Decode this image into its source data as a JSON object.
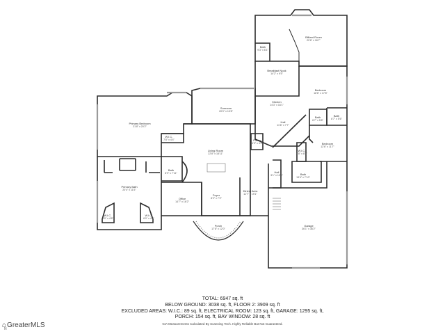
{
  "rooms": [
    {
      "id": "billiard",
      "name": "Billiard Room",
      "dim": "20'6\" x 16'7\""
    },
    {
      "id": "bath-upper",
      "name": "Bath",
      "dim": "9'3\" x 6'1\""
    },
    {
      "id": "breakfast",
      "name": "Breakfast Nook",
      "dim": "14'2\" x 9'5\""
    },
    {
      "id": "bedroom-2",
      "name": "Bedroom",
      "dim": "18'6\" x 17'8\""
    },
    {
      "id": "kitchen",
      "name": "Kitchen",
      "dim": "14'3\" x 16'1\""
    },
    {
      "id": "sunroom",
      "name": "Sunroom",
      "dim": "20'0\" x 13'8\""
    },
    {
      "id": "primary-bedroom",
      "name": "Primary Bedroom",
      "dim": "31'8\" x 20'2\""
    },
    {
      "id": "bath-mid",
      "name": "Bath",
      "dim": "6'7\" x 5'8\""
    },
    {
      "id": "bath-right",
      "name": "Bath",
      "dim": "8'7\" x 5'6\""
    },
    {
      "id": "hall",
      "name": "Hall",
      "dim": "11'6\" x 7'7\""
    },
    {
      "id": "bedroom-3",
      "name": "Bedroom",
      "dim": "12'6\" x 11'7\""
    },
    {
      "id": "wic-1",
      "name": "W.I.C.",
      "dim": "7'8\" x 4'4\""
    },
    {
      "id": "pantry",
      "name": "Pantry",
      "dim": "4'9\" x 4'0\""
    },
    {
      "id": "living",
      "name": "Living Room",
      "dim": "22'8\" x 18'11\""
    },
    {
      "id": "wic-2",
      "name": "W.I.C.",
      "dim": "4'8\" x 8'3\""
    },
    {
      "id": "bath-hall",
      "name": "Bath",
      "dim": "8'9\" x 7'11\""
    },
    {
      "id": "hall-2",
      "name": "Hall",
      "dim": "3'1\" x 10'6\""
    },
    {
      "id": "bath-lower",
      "name": "Bath",
      "dim": "13'4\" x 7'10\""
    },
    {
      "id": "primary-bath",
      "name": "Primary Bath",
      "dim": "20'4\" x 11'5\""
    },
    {
      "id": "office",
      "name": "Office",
      "dim": "14'7\" x 16'2\""
    },
    {
      "id": "foyer",
      "name": "Foyer",
      "dim": "8'2\" x 7'2\""
    },
    {
      "id": "dining",
      "name": "Dining Area",
      "dim": "11'7\" x 19'1\""
    },
    {
      "id": "wic-3",
      "name": "W.I.C.",
      "dim": "6'0\" x 4'8\""
    },
    {
      "id": "wic-4",
      "name": "W.I.C.",
      "dim": "6'0\" x 4'8\""
    },
    {
      "id": "porch",
      "name": "Porch",
      "dim": "17'8\" x 12'0\""
    },
    {
      "id": "garage",
      "name": "Garage",
      "dim": "36'1\" x 36'2\""
    }
  ],
  "summary": {
    "total": "TOTAL: 6947 sq. ft",
    "floors": "BELOW GROUND: 3038 sq. ft, FLOOR 2: 3909 sq. ft",
    "excluded_1": "EXCLUDED AREAS: W.I.C.: 89 sq. ft, ELECTRICAL ROOM: 123 sq. ft, GARAGE: 1295 sq. ft,",
    "excluded_2": "PORCH: 154 sq. ft, BAY WINDOW: 28 sq. ft"
  },
  "footnote": "GIA Measurements Calculated By Scanning Tech. Highly Reliable But Not Guaranteed.",
  "logo": {
    "text": "GreaterMLS",
    "icon": "house-logo-icon"
  },
  "compass_label": "N",
  "colors": {
    "wall": "#2b2b2b",
    "window": "#9a9a9a",
    "text": "#333333"
  }
}
